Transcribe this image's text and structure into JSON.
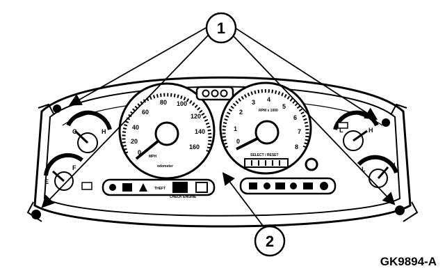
{
  "callouts": [
    {
      "number": "1"
    },
    {
      "number": "2"
    }
  ],
  "speedometer": {
    "labels": [
      "0",
      "20",
      "40",
      "60",
      "80",
      "100",
      "120",
      "140",
      "160"
    ],
    "unit": "MPH",
    "odometer_label": "odometer"
  },
  "tachometer": {
    "labels": [
      "0",
      "1",
      "2",
      "3",
      "4",
      "5",
      "6",
      "7",
      "8"
    ],
    "unit": "RPM x 1000",
    "reset_label": "SELECT / RESET"
  },
  "warning_labels": {
    "theft": "THEFT",
    "check_engine": "CHECK ENGINE"
  },
  "gauge_marks": {
    "fuel": [
      "E",
      "F"
    ],
    "temp": [
      "C",
      "H"
    ],
    "volt": [
      "L",
      "H"
    ],
    "oil": [
      "L",
      "H"
    ]
  },
  "figure_id": "GK9894-A"
}
